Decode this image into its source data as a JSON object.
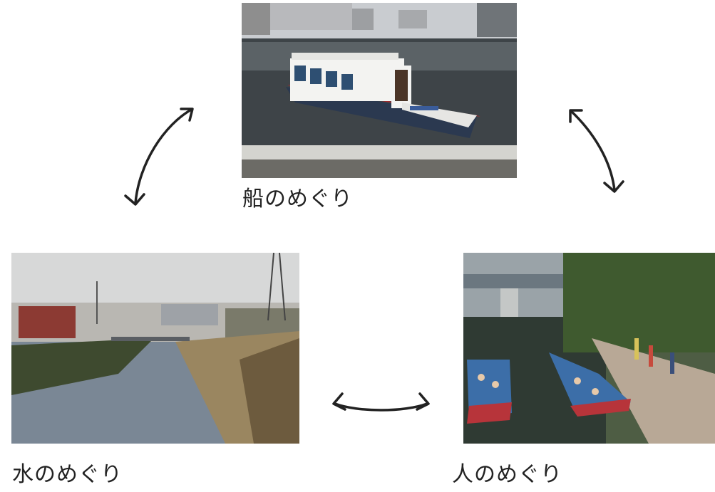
{
  "nodes": {
    "boat": {
      "caption": "船のめぐり"
    },
    "water": {
      "caption": "水のめぐり"
    },
    "people": {
      "caption": "人のめぐり"
    }
  },
  "edges": [
    {
      "from": "boat",
      "to": "water",
      "bidirectional": true
    },
    {
      "from": "boat",
      "to": "people",
      "bidirectional": true
    },
    {
      "from": "water",
      "to": "people",
      "bidirectional": true
    }
  ]
}
